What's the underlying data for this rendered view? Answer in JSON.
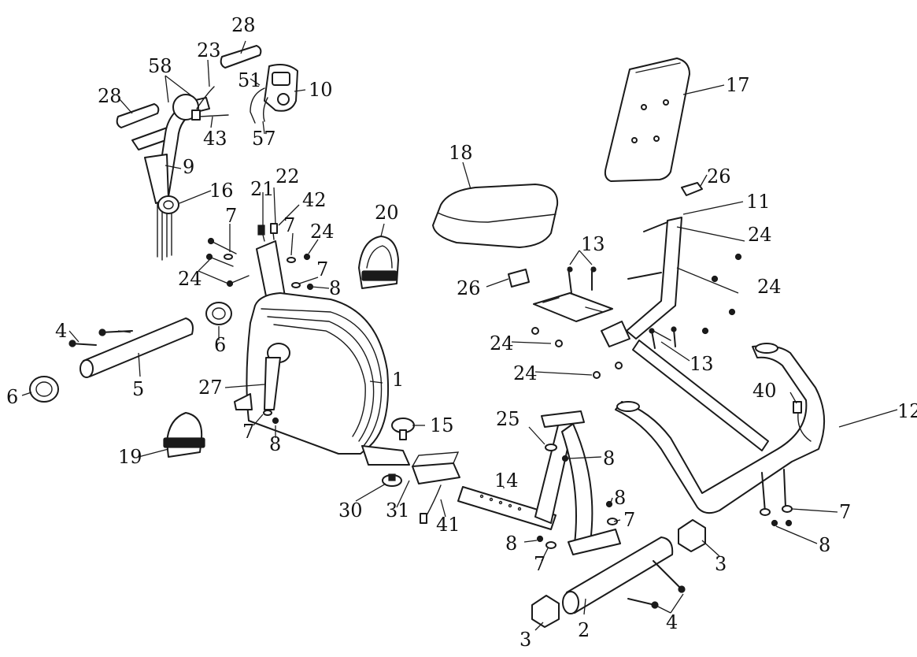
{
  "diagram": {
    "callouts": [
      {
        "id": "c1",
        "text": "1"
      },
      {
        "id": "c2",
        "text": "2"
      },
      {
        "id": "c3a",
        "text": "3"
      },
      {
        "id": "c3b",
        "text": "3"
      },
      {
        "id": "c4a",
        "text": "4"
      },
      {
        "id": "c4b",
        "text": "4"
      },
      {
        "id": "c5",
        "text": "5"
      },
      {
        "id": "c6a",
        "text": "6"
      },
      {
        "id": "c6b",
        "text": "6"
      },
      {
        "id": "c7a",
        "text": "7"
      },
      {
        "id": "c7b",
        "text": "7"
      },
      {
        "id": "c7c",
        "text": "7"
      },
      {
        "id": "c7d",
        "text": "7"
      },
      {
        "id": "c7e",
        "text": "7"
      },
      {
        "id": "c7f",
        "text": "7"
      },
      {
        "id": "c7g",
        "text": "7"
      },
      {
        "id": "c8a",
        "text": "8"
      },
      {
        "id": "c8b",
        "text": "8"
      },
      {
        "id": "c8c",
        "text": "8"
      },
      {
        "id": "c8d",
        "text": "8"
      },
      {
        "id": "c8e",
        "text": "8"
      },
      {
        "id": "c8f",
        "text": "8"
      },
      {
        "id": "c9",
        "text": "9"
      },
      {
        "id": "c10",
        "text": "10"
      },
      {
        "id": "c11",
        "text": "11"
      },
      {
        "id": "c12",
        "text": "12"
      },
      {
        "id": "c13a",
        "text": "13"
      },
      {
        "id": "c13b",
        "text": "13"
      },
      {
        "id": "c14",
        "text": "14"
      },
      {
        "id": "c15",
        "text": "15"
      },
      {
        "id": "c16",
        "text": "16"
      },
      {
        "id": "c17",
        "text": "17"
      },
      {
        "id": "c18",
        "text": "18"
      },
      {
        "id": "c19",
        "text": "19"
      },
      {
        "id": "c20",
        "text": "20"
      },
      {
        "id": "c21",
        "text": "21"
      },
      {
        "id": "c22",
        "text": "22"
      },
      {
        "id": "c23",
        "text": "23"
      },
      {
        "id": "c24a",
        "text": "24"
      },
      {
        "id": "c24b",
        "text": "24"
      },
      {
        "id": "c24c",
        "text": "24"
      },
      {
        "id": "c24d",
        "text": "24"
      },
      {
        "id": "c24e",
        "text": "24"
      },
      {
        "id": "c24f",
        "text": "24"
      },
      {
        "id": "c25",
        "text": "25"
      },
      {
        "id": "c26a",
        "text": "26"
      },
      {
        "id": "c26b",
        "text": "26"
      },
      {
        "id": "c27",
        "text": "27"
      },
      {
        "id": "c28a",
        "text": "28"
      },
      {
        "id": "c28b",
        "text": "28"
      },
      {
        "id": "c30",
        "text": "30"
      },
      {
        "id": "c31",
        "text": "31"
      },
      {
        "id": "c40",
        "text": "40"
      },
      {
        "id": "c41",
        "text": "41"
      },
      {
        "id": "c42",
        "text": "42"
      },
      {
        "id": "c43",
        "text": "43"
      },
      {
        "id": "c51",
        "text": "51"
      },
      {
        "id": "c57",
        "text": "57"
      },
      {
        "id": "c58",
        "text": "58"
      }
    ]
  }
}
